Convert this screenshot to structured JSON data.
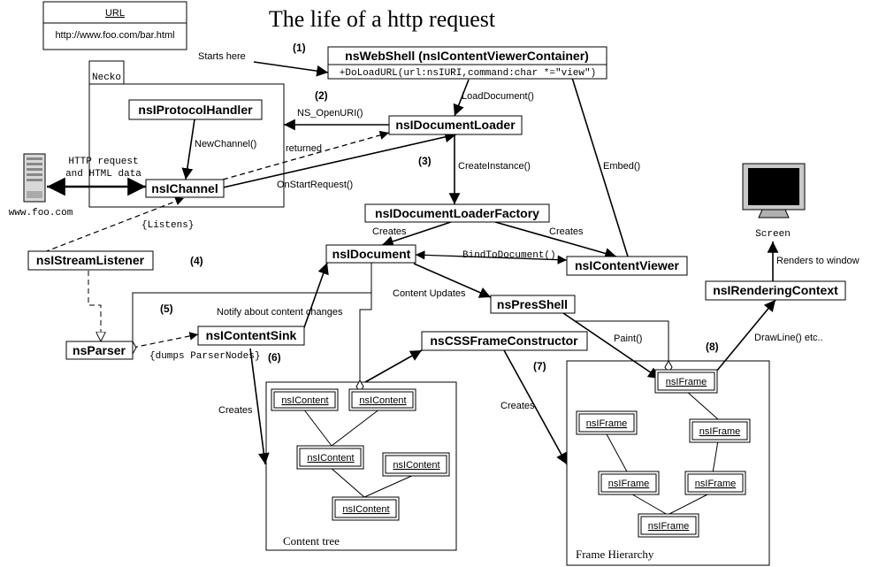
{
  "title": "The life of a http request",
  "legend": {
    "header": "URL",
    "url": "http://www.foo.com/bar.html"
  },
  "labels": {
    "necko": "Necko",
    "server_host": "www.foo.com",
    "http_request": "HTTP request",
    "html_data": "and HTML data",
    "screen": "Screen",
    "starts_here": "Starts here",
    "content_tree": "Content tree",
    "frame_hierarchy": "Frame Hierarchy"
  },
  "nodes": {
    "webshell": "nsWebShell (nsIContentViewerContainer)",
    "webshell_method": "+DoLoadURL(url:nsIURI,command:char *=\"view\")",
    "protocol_handler": "nsIProtocolHandler",
    "document_loader": "nsIDocumentLoader",
    "channel": "nsIChannel",
    "loader_factory": "nsIDocumentLoaderFactory",
    "document": "nsIDocument",
    "content_viewer": "nsIContentViewer",
    "stream_listener": "nsIStreamListener",
    "parser": "nsParser",
    "content_sink": "nsIContentSink",
    "pres_shell": "nsPresShell",
    "css_frame_constructor": "nsCSSFrameConstructor",
    "rendering_context": "nsIRenderingContext"
  },
  "edge_labels": {
    "load_document": "LoadDocument()",
    "ns_openuri": "NS_OpenURI()",
    "new_channel": "NewChannel()",
    "returned": "returned",
    "on_start_request": "OnStartRequest()",
    "create_instance": "CreateInstance()",
    "embed": "Embed()",
    "listens": "{Listens}",
    "creates_document": "Creates",
    "creates_viewer": "Creates",
    "bind_to_document": "BindToDocument()",
    "content_updates": "Content Updates",
    "notify": "Notify about content changes",
    "dumps": "{dumps ParserNodes}",
    "creates_content": "Creates",
    "creates_frames": "Creates",
    "paint": "Paint()",
    "drawline": "DrawLine() etc..",
    "renders": "Renders to window"
  },
  "step_numbers": [
    "(1)",
    "(2)",
    "(3)",
    "(4)",
    "(5)",
    "(6)",
    "(7)",
    "(8)"
  ],
  "content_nodes": [
    "nsIContent",
    "nsIContent",
    "nsIContent",
    "nsIContent",
    "nsIContent"
  ],
  "frame_nodes": [
    "nsIFrame",
    "nsIFrame",
    "nsIFrame",
    "nsIFrame",
    "nsIFrame",
    "nsIFrame"
  ]
}
